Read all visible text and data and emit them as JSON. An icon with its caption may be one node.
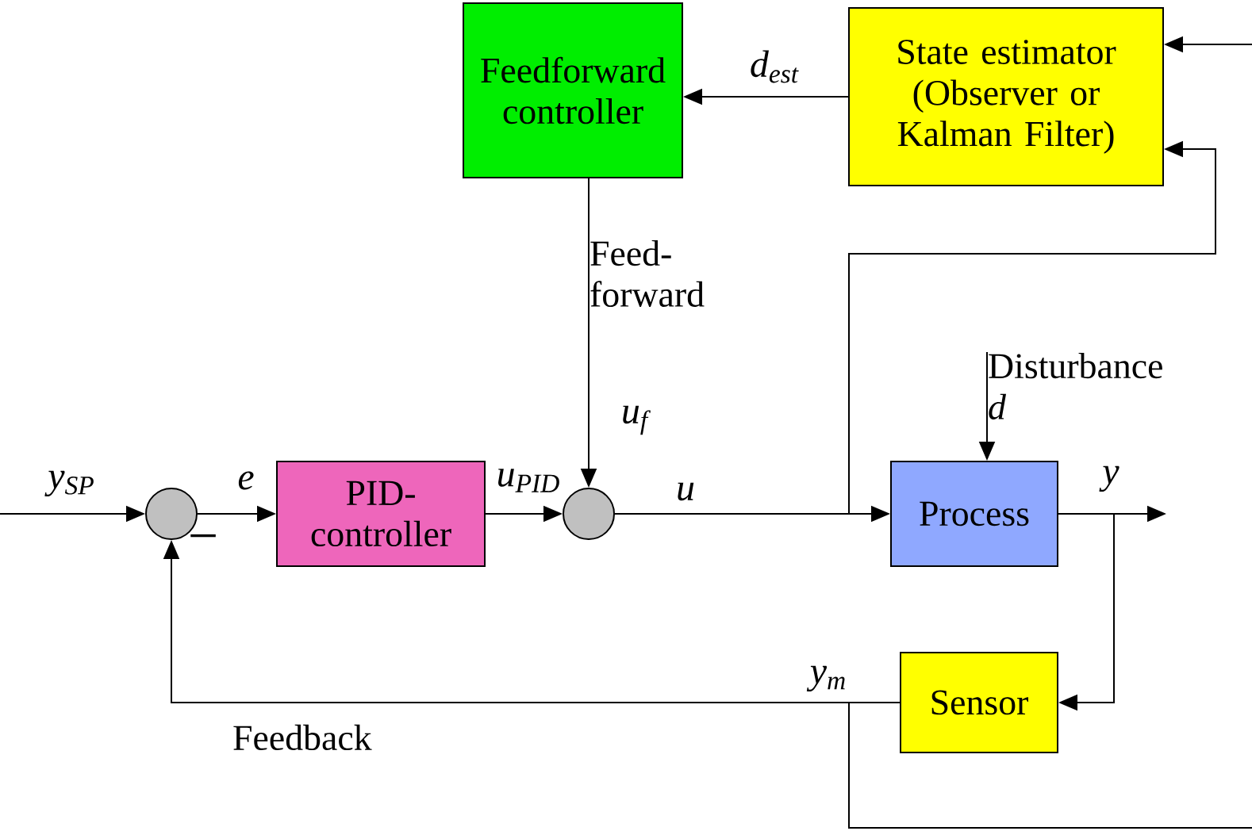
{
  "diagram": {
    "nodes": [
      {
        "text": [
          "Feedforward controller"
        ]
      },
      {
        "text": [
          "State estimator (Observer or Kalman Filter)"
        ]
      },
      {
        "text": [],
        "shape": "circle"
      },
      {
        "text": [
          "PID- controller"
        ]
      },
      {
        "text": [],
        "shape": "circle"
      },
      {
        "text": [
          "Process"
        ]
      },
      {
        "text": [
          "Sensor"
        ]
      },
      {
        "text": [
          "Disturbance",
          "d"
        ]
      }
    ],
    "edges": [
      {
        "from": null,
        "to": 2,
        "arrow": "to",
        "label": "y$_{SP}$"
      },
      {
        "from": 2,
        "to": 3,
        "arrow": "to",
        "label": "e"
      },
      {
        "from": 3,
        "to": 4,
        "arrow": "to",
        "label": "u$_{PID}$"
      },
      {
        "from": 0,
        "to": 4,
        "arrow": "to",
        "label": "u$_{f}$"
      },
      {
        "from": 4,
        "to": 5,
        "arrow": "to",
        "label": "u"
      },
      {
        "from": 5,
        "to": null,
        "arrow": "to",
        "label": "y"
      },
      {
        "from": 5,
        "to": 6,
        "arrow": "to"
      },
      {
        "from": 6,
        "to": 2,
        "arrow": "to",
        "label": "y$_{m}$"
      },
      {
        "from": 7,
        "to": 5,
        "arrow": "to"
      },
      {
        "from": 1,
        "to": 0,
        "arrow": "to",
        "label": "d$_{est}$"
      },
      {
        "from": null,
        "to": 1,
        "arrow": "to"
      },
      {
        "from": 4,
        "to": 1,
        "arrow": "to"
      },
      {
        "from": 6,
        "to": null,
        "arrow": "none"
      }
    ],
    "labels": [
      "Feed- forward",
      "−",
      "Feedback"
    ]
  }
}
